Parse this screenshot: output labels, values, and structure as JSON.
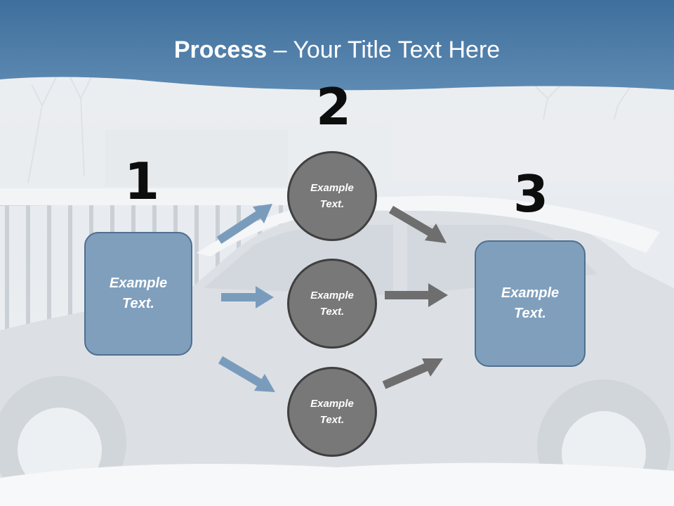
{
  "title": {
    "bold": "Process",
    "rest": " – Your Title Text Here"
  },
  "steps": [
    {
      "number": "1",
      "text_line1": "Example",
      "text_line2": "Text."
    },
    {
      "number": "2",
      "circles": [
        {
          "text_line1": "Example",
          "text_line2": "Text."
        },
        {
          "text_line1": "Example",
          "text_line2": "Text."
        },
        {
          "text_line1": "Example",
          "text_line2": "Text."
        }
      ]
    },
    {
      "number": "3",
      "text_line1": "Example",
      "text_line2": "Text."
    }
  ],
  "colors": {
    "header": "#4e7ba4",
    "box_fill": "#7f9fbd",
    "circle_fill": "#787878",
    "arrow_blue": "#7a9cbc",
    "arrow_gray": "#6e6e6e"
  }
}
